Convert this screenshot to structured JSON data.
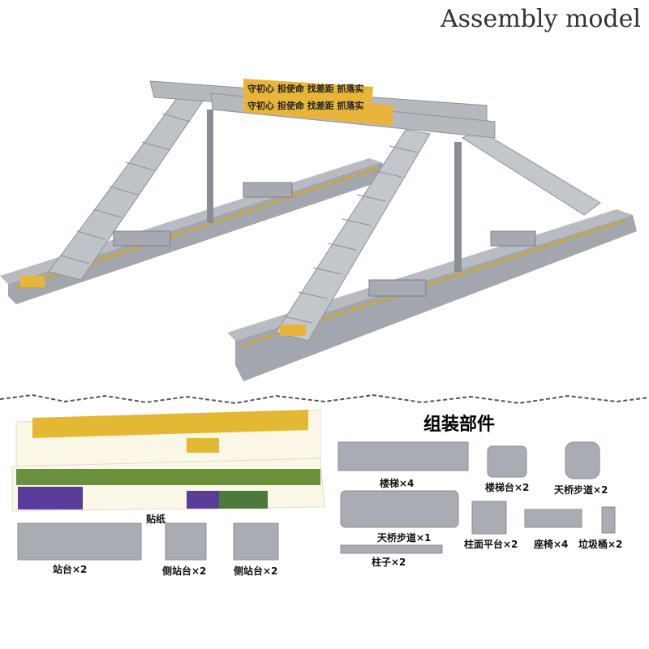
{
  "header": {
    "title": "Assembly model"
  },
  "model": {
    "banner_text": "守初心 担使命 找差距 抓落实"
  },
  "parts_section": {
    "heading": "组装部件",
    "stickers_label": "贴纸",
    "platforms": [
      {
        "label": "站台×2"
      },
      {
        "label": "侧站台×2"
      },
      {
        "label": "侧站台×2"
      }
    ],
    "parts": [
      {
        "label": "楼梯×4"
      },
      {
        "label": "楼梯台×2"
      },
      {
        "label": "天桥步道×2"
      },
      {
        "label": "天桥步道×1"
      },
      {
        "label": "柱面平台×2"
      },
      {
        "label": "座椅×4"
      },
      {
        "label": "垃圾桶×2"
      },
      {
        "label": "柱子×2"
      }
    ]
  },
  "colors": {
    "plastic": "#a9adb3",
    "banner": "#e8b53a",
    "sticker_green": "#5aa83c",
    "sticker_purple": "#5a3d9a"
  }
}
